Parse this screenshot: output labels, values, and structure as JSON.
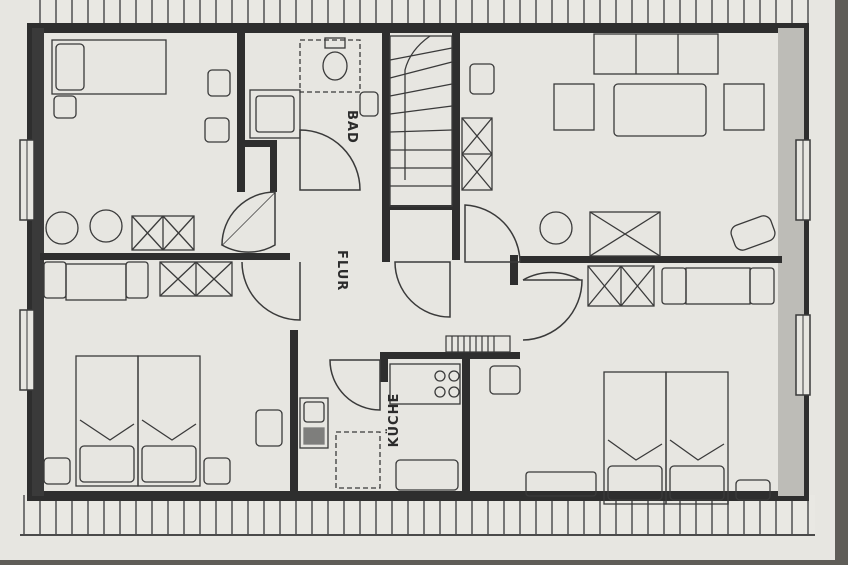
{
  "labels": {
    "bad": "BAD",
    "flur": "FLUR",
    "kueche": "KÜCHE"
  },
  "colors": {
    "paper": "#e7e6e1",
    "wall": "#3a3a3a",
    "line": "#4a4a4a",
    "background": "#5f5d58"
  },
  "icons": [
    "stairs-icon",
    "sink-icon",
    "toilet-icon",
    "shower-icon",
    "bed-icon",
    "table-icon",
    "chair-icon",
    "sofa-icon",
    "stove-icon",
    "radiator-icon",
    "cabinet-icon",
    "door-swing-icon"
  ]
}
